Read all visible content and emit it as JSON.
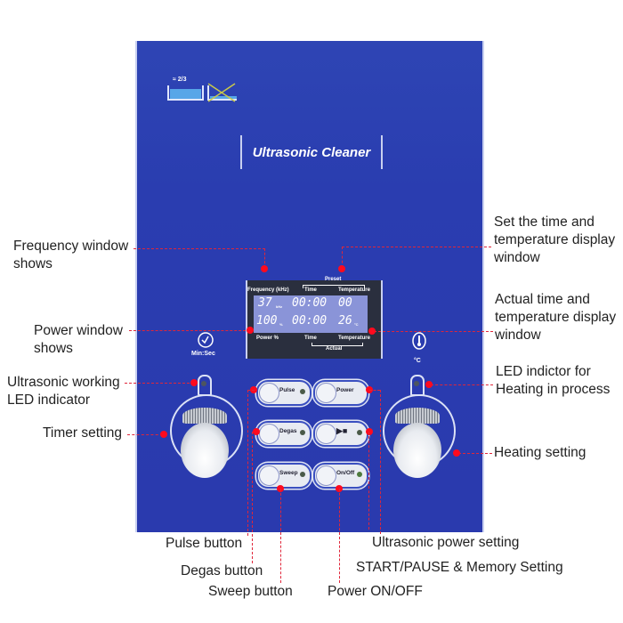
{
  "panel": {
    "title": "Ultrasonic Cleaner",
    "fill_level_label": "≈ 2/3",
    "timer_icon_label": "Min:Sec",
    "temp_icon_label": "°C"
  },
  "lcd": {
    "preset_label": "Preset",
    "actual_label": "Actual",
    "top_labels": {
      "frequency": "Frequency (kHz)",
      "time": "Time",
      "temperature": "Temperature"
    },
    "bottom_labels": {
      "power": "Power %",
      "time": "Time",
      "temperature": "Temperature"
    },
    "row1": {
      "frequency": "37",
      "frequency_unit": "kHz",
      "time": "00:00",
      "temperature": "00"
    },
    "row2": {
      "power": "100",
      "power_unit": "%",
      "time": "00:00",
      "temperature": "26",
      "temperature_unit": "°C"
    }
  },
  "buttons": [
    {
      "label": "Pulse"
    },
    {
      "label": "Power"
    },
    {
      "label": "Degas"
    },
    {
      "label": "▶■"
    },
    {
      "label": "Sweep"
    },
    {
      "label": "On/Off"
    }
  ],
  "callouts": {
    "frequency_window": "Frequency window\nshows",
    "power_window": "Power window\nshows",
    "ultrasonic_led": "Ultrasonic working\nLED indicator",
    "timer_setting": "Timer setting",
    "set_time_temp": "Set the time and\ntemperature display\nwindow",
    "actual_time_temp": "Actual time and\ntemperature display\nwindow",
    "heating_led": "LED indictor for\nHeating in process",
    "heating_setting": "Heating setting",
    "pulse_button": "Pulse button",
    "degas_button": "Degas button",
    "sweep_button": "Sweep button",
    "power_onoff": "Power ON/OFF",
    "ultrasonic_power": "Ultrasonic power setting",
    "start_pause": "START/PAUSE & Memory Setting"
  },
  "colors": {
    "panel_blue": "#2a3db0",
    "leader_red": "#e0263a",
    "lcd_screen": "#8a94d8"
  }
}
